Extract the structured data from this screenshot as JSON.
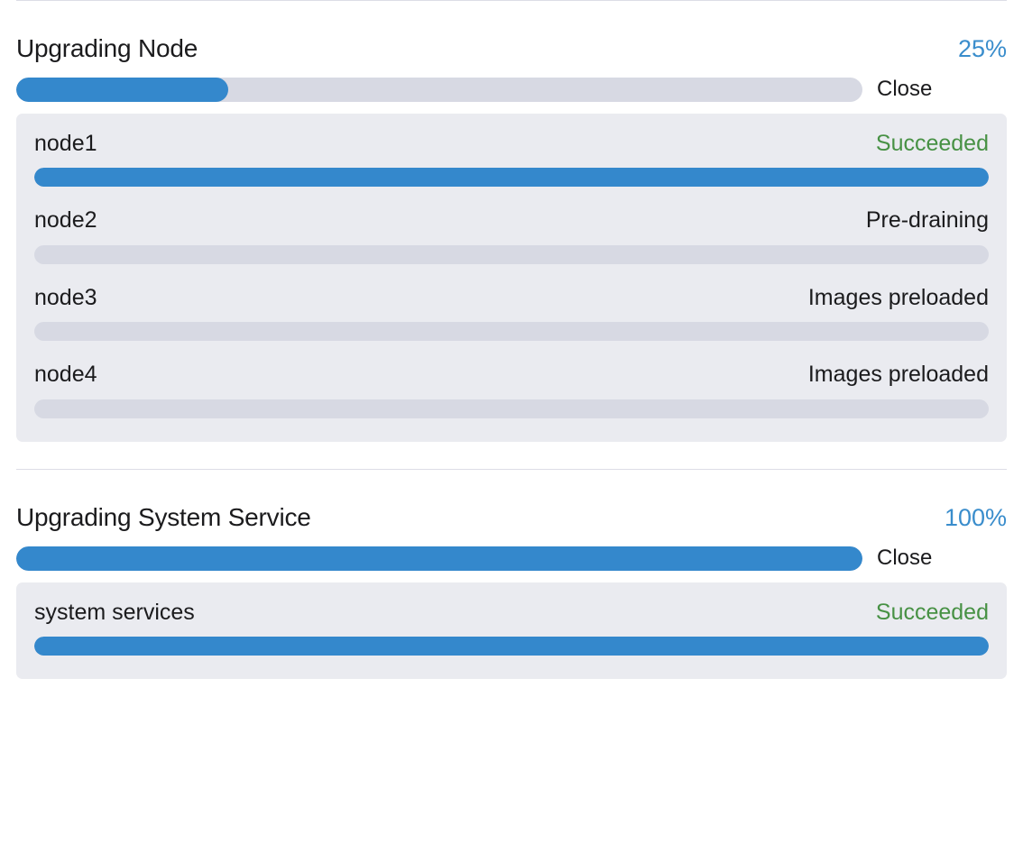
{
  "sections": [
    {
      "title": "Upgrading Node",
      "percent_label": "25%",
      "percent_value": 25,
      "close_label": "Close",
      "accent_color": "#3488cc",
      "items": [
        {
          "name": "node1",
          "status": "Succeeded",
          "status_kind": "success",
          "percent_value": 100
        },
        {
          "name": "node2",
          "status": "Pre-draining",
          "status_kind": "neutral",
          "percent_value": 0
        },
        {
          "name": "node3",
          "status": "Images preloaded",
          "status_kind": "neutral",
          "percent_value": 0
        },
        {
          "name": "node4",
          "status": "Images preloaded",
          "status_kind": "neutral",
          "percent_value": 0
        }
      ]
    },
    {
      "title": "Upgrading System Service",
      "percent_label": "100%",
      "percent_value": 100,
      "close_label": "Close",
      "accent_color": "#3488cc",
      "items": [
        {
          "name": "system services",
          "status": "Succeeded",
          "status_kind": "success",
          "percent_value": 100
        }
      ]
    }
  ],
  "colors": {
    "accent_blue": "#3488cc",
    "percent_blue": "#3a8dcc",
    "success_green": "#479144",
    "panel_bg": "#eaebf0",
    "track_gray": "#d7d9e3",
    "divider": "#dcdde6",
    "text": "#1b1b1d"
  }
}
